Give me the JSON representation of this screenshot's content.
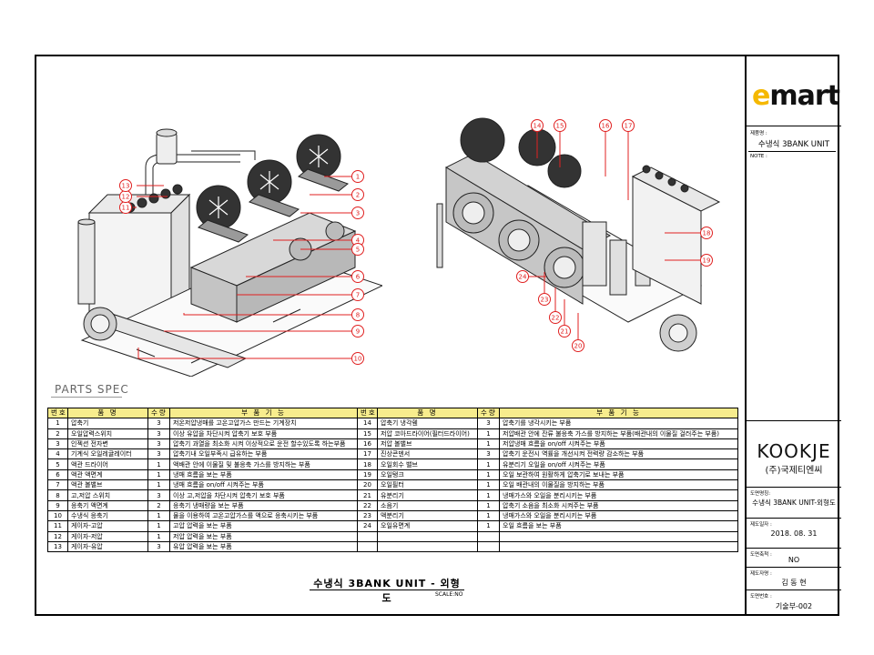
{
  "title_block": {
    "logo": "emart",
    "project_label": "제품명 :",
    "project_value": "수냉식 3BANK UNIT",
    "note_label": "NOTE :",
    "company_logo": "KOOKJE",
    "company_name": "(주)국제티엔씨",
    "drawing_name_label": "도면명칭:",
    "drawing_name_value": "수냉식 3BANK UNIT-외형도",
    "date_label": "제도일자 :",
    "date_value": "2018. 08. 31",
    "scale_label": "도면축척 :",
    "scale_value": "NO",
    "drafter_label": "제도자명 :",
    "drafter_value": "김 동 현",
    "number_label": "도면번호 :",
    "number_value": "기술부-002"
  },
  "parts_spec": {
    "title": "PARTS SPEC",
    "headers": {
      "no": "번호",
      "name": "품  명",
      "qty": "수량",
      "func": "부  품  기  능"
    },
    "left": [
      {
        "no": "1",
        "name": "압축기",
        "qty": "3",
        "func": "저온저압냉매를 고온고압가스 만드는 기계장치"
      },
      {
        "no": "2",
        "name": "오일압력스위치",
        "qty": "3",
        "func": "이상 유압을 차단시켜 압축기 보호 부품"
      },
      {
        "no": "3",
        "name": "인젝션 전자변",
        "qty": "3",
        "func": "압축기 과열을 최소화 시켜 이상적으로 운전 할수있도록 하는부품"
      },
      {
        "no": "4",
        "name": "기계식 오일레귤레이터",
        "qty": "3",
        "func": "압축기내 오일부족시 급유하는 부품"
      },
      {
        "no": "5",
        "name": "액관 드라이어",
        "qty": "1",
        "func": "액배관 안에 이물질 및 불응축 가스를 방지하는 부품"
      },
      {
        "no": "6",
        "name": "액관 액면계",
        "qty": "1",
        "func": "냉매 흐름을 보는 부품"
      },
      {
        "no": "7",
        "name": "액관 볼밸브",
        "qty": "1",
        "func": "냉매 흐름을 on/off 시켜주는 부품"
      },
      {
        "no": "8",
        "name": "고,저압 스위치",
        "qty": "3",
        "func": "이상 고,저압을 차단시켜 압축기 보호 부품"
      },
      {
        "no": "9",
        "name": "응축기 액면계",
        "qty": "2",
        "func": "응축기 냉매량을 보는 부품"
      },
      {
        "no": "10",
        "name": "수냉식 응축기",
        "qty": "1",
        "func": "물을 이용하여 고온고압가스를 액으로 응축시키는 부품"
      },
      {
        "no": "11",
        "name": "게이자-고압",
        "qty": "1",
        "func": "고압 압력을 보는 부품"
      },
      {
        "no": "12",
        "name": "게이자-저압",
        "qty": "1",
        "func": "저압 압력을 보는 부품"
      },
      {
        "no": "13",
        "name": "게이자-유압",
        "qty": "3",
        "func": "유압 압력을 보는 부품"
      }
    ],
    "right": [
      {
        "no": "14",
        "name": "압축기 냉각휀",
        "qty": "3",
        "func": "압축기를 냉각시키는 부품"
      },
      {
        "no": "15",
        "name": "저압 코아드라이어(필터드라이어)",
        "qty": "1",
        "func": "저압배관 안에 잔류 불응축 가스를 방지하는 부품(배관내의 이물질 걸러주는 부품)"
      },
      {
        "no": "16",
        "name": "저압 볼밸브",
        "qty": "1",
        "func": "저압냉매 흐름을 on/off 시켜주는 부품"
      },
      {
        "no": "17",
        "name": "진상콘덴서",
        "qty": "3",
        "func": "압축기 운전시 역률을 개선시켜 전력량 감소하는 부품"
      },
      {
        "no": "18",
        "name": "오일회수 밸브",
        "qty": "1",
        "func": "유분리기 오일을 on/off 시켜주는 부품"
      },
      {
        "no": "19",
        "name": "오일탱크",
        "qty": "1",
        "func": "오일 보관하여 원활하게 압축기로 보내는 부품"
      },
      {
        "no": "20",
        "name": "오일필터",
        "qty": "1",
        "func": "오일 배관내의 이물질을 방지하는 부품"
      },
      {
        "no": "21",
        "name": "유분리기",
        "qty": "1",
        "func": "냉매가스와 오일을 분리시키는 부품"
      },
      {
        "no": "22",
        "name": "소음기",
        "qty": "1",
        "func": "압축기 소음을 최소화 시켜주는 부품"
      },
      {
        "no": "23",
        "name": "액분리기",
        "qty": "1",
        "func": "냉매가스와 오일을 분리시키는 부품"
      },
      {
        "no": "24",
        "name": "오일유면계",
        "qty": "1",
        "func": "오일 흐름을 보는 부품"
      },
      {
        "no": "",
        "name": "",
        "qty": "",
        "func": ""
      },
      {
        "no": "",
        "name": "",
        "qty": "",
        "func": ""
      }
    ]
  },
  "drawing": {
    "title": "수냉식 3BANK UNIT - 외형도",
    "scale": "SCALE:NO",
    "callouts_left": [
      "1",
      "2",
      "3",
      "4",
      "5",
      "6",
      "7",
      "8",
      "9",
      "10",
      "11",
      "12",
      "13"
    ],
    "callouts_right": [
      "14",
      "15",
      "16",
      "17",
      "18",
      "19",
      "20",
      "21",
      "22",
      "23",
      "24"
    ],
    "callout_color": "#e02020"
  }
}
